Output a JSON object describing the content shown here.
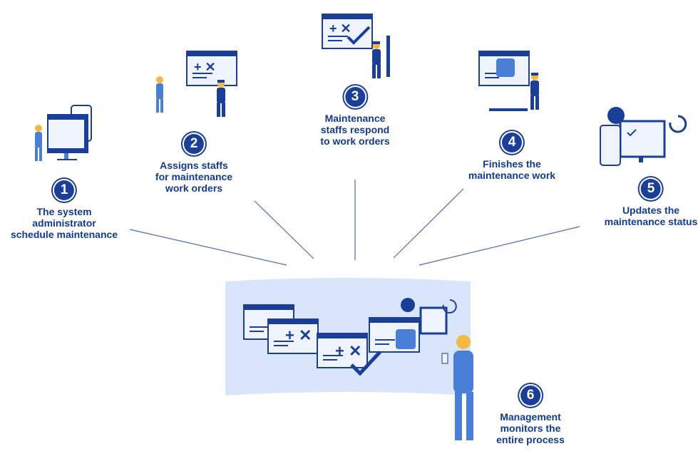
{
  "steps": [
    {
      "number": "1",
      "lines": [
        "The system",
        "administrator",
        "schedule maintenance"
      ]
    },
    {
      "number": "2",
      "lines": [
        "Assigns staffs",
        "for maintenance",
        "work orders"
      ]
    },
    {
      "number": "3",
      "lines": [
        "Maintenance",
        "staffs respond",
        "to work orders"
      ]
    },
    {
      "number": "4",
      "lines": [
        "Finishes the",
        "maintenance work"
      ]
    },
    {
      "number": "5",
      "lines": [
        "Updates the",
        "maintenance status"
      ]
    },
    {
      "number": "6",
      "lines": [
        "Management",
        "monitors the",
        "entire process"
      ]
    }
  ],
  "colors": {
    "primary": "#1b3f99",
    "text": "#123b8f",
    "panel": "#d8e5fb",
    "accent": "#4a7fd8",
    "skin": "#f5b942"
  }
}
